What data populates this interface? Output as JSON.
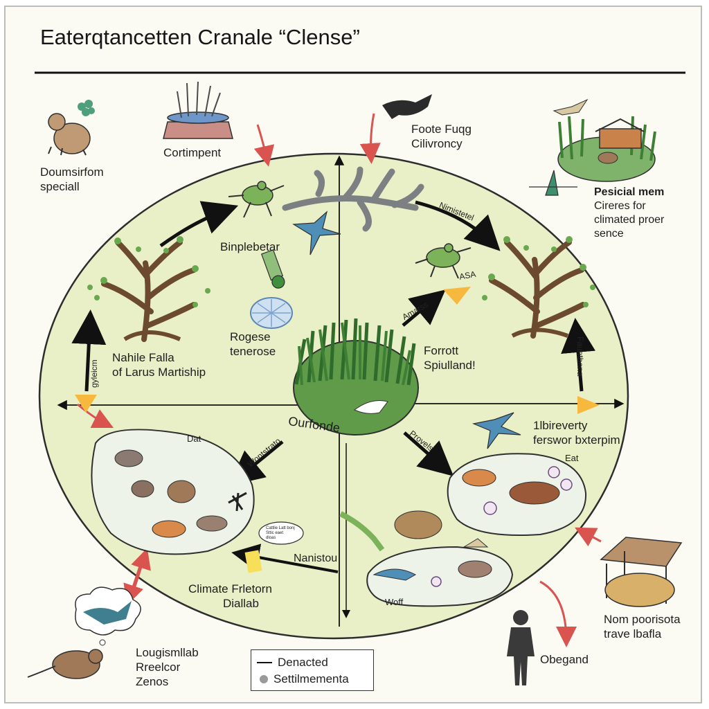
{
  "title": "Eaterqtancetten Cranale “Clense”",
  "labels": {
    "doumsirfom": [
      "Doumsirfom",
      "speciall"
    ],
    "cortimpent": "Cortimpent",
    "foote": [
      "Foote Fuqg",
      "Cilivroncy"
    ],
    "pesical": [
      "Pesicial mem",
      "Cireres for",
      "climated proer",
      "sence"
    ],
    "binplebetar": "Binplebetar",
    "nimistetel": "Nimistetel",
    "rogese": [
      "Rogese",
      "tenerose"
    ],
    "nahile": [
      "Nahile Falla",
      "of Larus Martiship"
    ],
    "forrott": [
      "Forrott",
      "Spiulland!"
    ],
    "amarss": "Amarss",
    "fauntbena": "Fauntbena",
    "gyleicm": "gyleicm",
    "ourfonde": "Ourfonde",
    "wontstrato": "Wontstrato",
    "provels": "Provels",
    "ibirevertly": [
      "1lbireverty",
      "ferswor bxterpim"
    ],
    "dat": "Dat",
    "eat": "Eat",
    "nanistou": "Nanistou",
    "climate": [
      "Climate Frletorn",
      "Diallab"
    ],
    "woff": "Woff",
    "loug": [
      "Lougismllab",
      "Rreelcor",
      "Zenos"
    ],
    "nom": [
      "Nom poorisota",
      "trave lbafla"
    ],
    "obegand": "Obegand",
    "bubble": [
      "Cattlie Latt bonj",
      "Sttic eaet",
      "dloas"
    ],
    "asa": "ASA"
  },
  "legend": {
    "line_label": "Denacted",
    "dot_label": "Settilmementa"
  },
  "colors": {
    "ellipse_fill": "#e9efc6",
    "ellipse_stroke": "#2d2d2d",
    "accent_red": "#d9534f",
    "triangle": "#f7b93d",
    "grass": "#4f8f3e",
    "animal_brown": "#a07a58",
    "creature_green": "#7cb35a",
    "creature_blue": "#4f8fb7",
    "pocket_fill": "#eef3ea"
  }
}
